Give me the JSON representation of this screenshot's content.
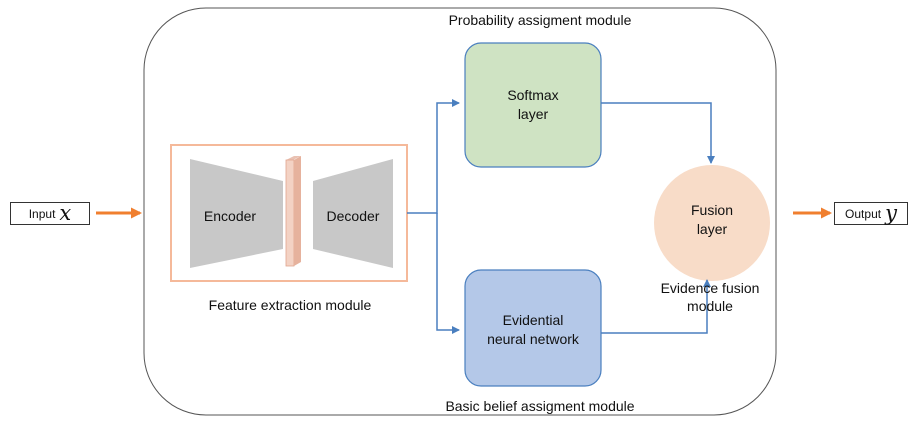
{
  "input": {
    "label": "Input",
    "variable": "x"
  },
  "output": {
    "label": "Output",
    "variable": "y"
  },
  "modules": {
    "probability_assignment": "Probability assigment module",
    "feature_extraction": "Feature extraction module",
    "basic_belief_assignment": "Basic belief assigment module",
    "evidence_fusion": [
      "Evidence fusion",
      "module"
    ]
  },
  "blocks": {
    "encoder": "Encoder",
    "decoder": "Decoder",
    "softmax": [
      "Softmax",
      "layer"
    ],
    "evidential": [
      "Evidential",
      "neural network"
    ],
    "fusion": [
      "Fusion",
      "layer"
    ]
  },
  "colors": {
    "arrow_orange": "#f07f2f",
    "arrow_blue": "#4a7fbf",
    "softmax_fill": "#cfe3c3",
    "softmax_stroke": "#4a7fbf",
    "evidential_fill": "#b4c8e8",
    "evidential_stroke": "#4a7fbf",
    "fusion_fill": "#f8dcc8",
    "feature_frame": "#f5b99a",
    "trapezoid_fill": "#c8c8c8",
    "bottleneck_fill": "#f3d2c4",
    "outer_stroke": "#555555"
  }
}
